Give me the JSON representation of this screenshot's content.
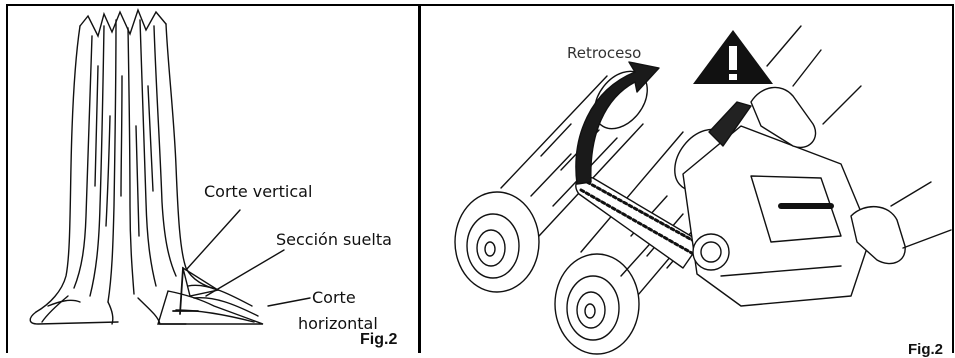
{
  "left_panel": {
    "labels": {
      "vertical_cut": "Corte vertical",
      "loose_section": "Sección suelta",
      "horizontal_cut_line1": "Corte",
      "horizontal_cut_line2": "horizontal"
    },
    "figure_label": "Fig.2"
  },
  "right_panel": {
    "kickback_label": "Retroceso",
    "warning_icon": "warning-triangle-icon",
    "figure_label": "Fig.2"
  }
}
